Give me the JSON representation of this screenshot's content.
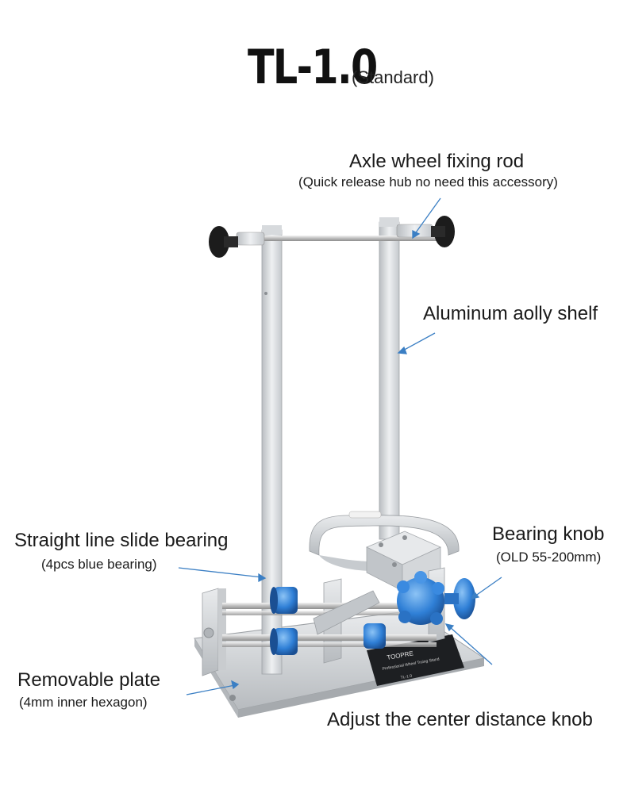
{
  "title": {
    "model": "TL-1.0",
    "variant": "(Standard)"
  },
  "callouts": {
    "axle_rod": {
      "title": "Axle wheel fixing rod",
      "note": "(Quick release hub no need this accessory)"
    },
    "shelf": {
      "title": "Aluminum aolly shelf"
    },
    "slide_bearing": {
      "title": "Straight line slide bearing",
      "note": "(4pcs blue bearing)"
    },
    "bearing_knob": {
      "title": "Bearing knob",
      "note": "(OLD 55-200mm)"
    },
    "plate": {
      "title": "Removable plate",
      "note": "(4mm inner hexagon)"
    },
    "center_knob": {
      "title": "Adjust the center distance knob"
    }
  },
  "product_plate": {
    "brand": "TOOPRE",
    "line1": "Professional Wheel Truing Stand",
    "line2": "TL-1.0"
  },
  "colors": {
    "accent_blue": "#2f7fd6",
    "arrow_blue": "#3b7fc4",
    "aluminum": "#d6d9dc",
    "black_knob": "#1c1c1c"
  }
}
